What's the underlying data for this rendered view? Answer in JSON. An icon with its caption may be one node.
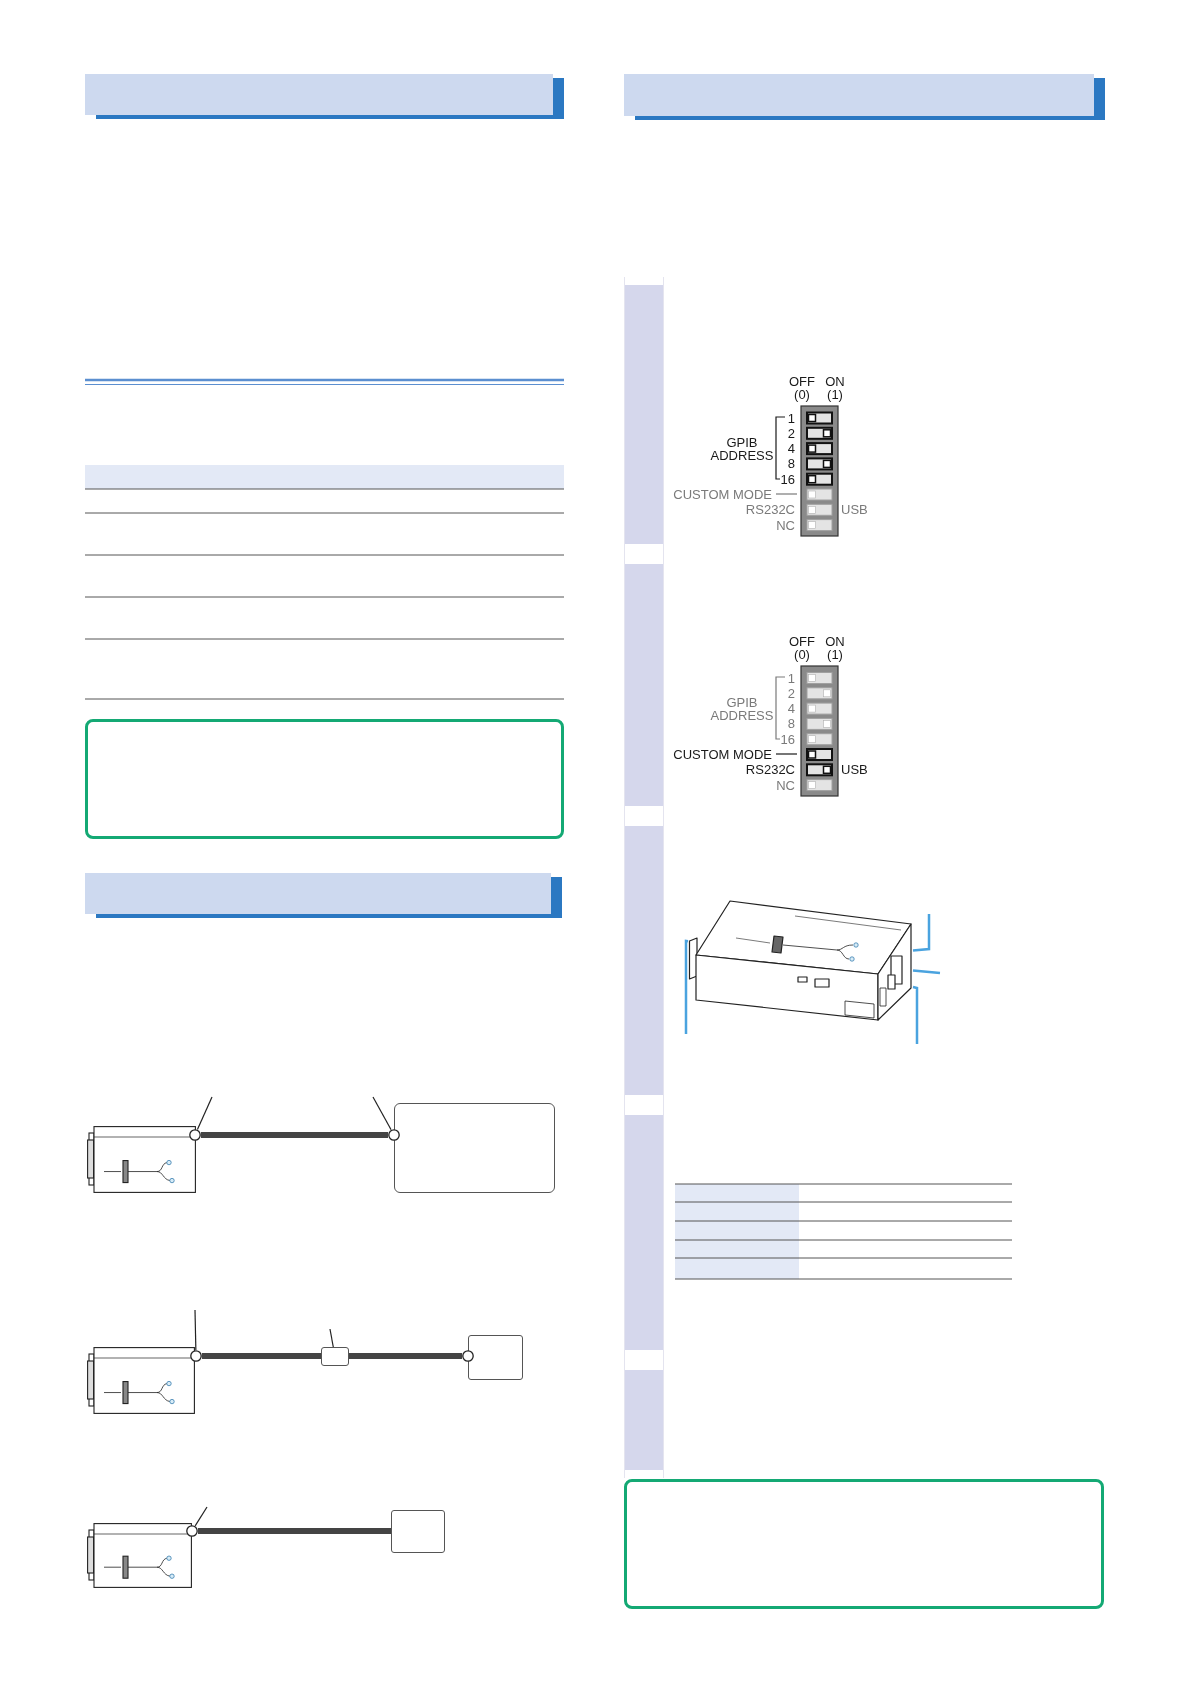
{
  "diagram": {
    "nodes": [
      {
        "text": [],
        "shape": "box"
      },
      {
        "text": [],
        "shape": "picture"
      },
      {
        "text": [],
        "shape": "circle"
      },
      {
        "text": [],
        "shape": "circle"
      },
      {
        "text": [],
        "shape": "box"
      },
      {
        "text": [],
        "shape": "picture"
      },
      {
        "text": [],
        "shape": "circle"
      },
      {
        "text": [],
        "shape": "box"
      },
      {
        "text": [],
        "shape": "circle"
      },
      {
        "text": [],
        "shape": "box"
      },
      {
        "text": [],
        "shape": "picture"
      },
      {
        "text": [],
        "shape": "circle"
      },
      {
        "text": [],
        "shape": "box"
      },
      {
        "text": [],
        "shape": "bar"
      },
      {
        "text": [],
        "shape": "bar"
      },
      {
        "text": [],
        "shape": "bar"
      },
      {
        "text": [],
        "shape": "picture"
      },
      {
        "text": [],
        "shape": "bar"
      },
      {
        "text": [],
        "shape": "bar"
      },
      {
        "text": [],
        "shape": "box"
      }
    ],
    "edges": [
      {
        "from": 2,
        "to": 3,
        "arrow": "none",
        "style": "thick"
      },
      {
        "from": null,
        "to": 2,
        "arrow": "none"
      },
      {
        "from": null,
        "to": 3,
        "arrow": "none"
      },
      {
        "from": 6,
        "to": 7,
        "arrow": "none",
        "style": "thick"
      },
      {
        "from": 7,
        "to": 8,
        "arrow": "none",
        "style": "thick"
      },
      {
        "from": null,
        "to": 6,
        "arrow": "none"
      },
      {
        "from": null,
        "to": 7,
        "arrow": "none"
      },
      {
        "from": 11,
        "to": 12,
        "arrow": "none",
        "style": "thick"
      },
      {
        "from": null,
        "to": 11,
        "arrow": "none"
      },
      {
        "from": null,
        "to": 16,
        "arrow": "none",
        "color": "#4aa3df"
      },
      {
        "from": null,
        "to": 16,
        "arrow": "none",
        "color": "#4aa3df"
      },
      {
        "from": null,
        "to": 16,
        "arrow": "none",
        "color": "#4aa3df"
      },
      {
        "from": null,
        "to": 16,
        "arrow": "none",
        "color": "#4aa3df"
      }
    ],
    "labels": [
      "OFF (0)",
      "ON (1)",
      "GPIB ADDRESS",
      "1",
      "2",
      "4",
      "8",
      "16",
      "CUSTOM MODE",
      "RS232C",
      "USB",
      "NC",
      "OFF (0)",
      "ON (1)",
      "GPIB ADDRESS",
      "1",
      "2",
      "4",
      "8",
      "16",
      "CUSTOM MODE",
      "RS232C",
      "USB",
      "NC"
    ]
  }
}
